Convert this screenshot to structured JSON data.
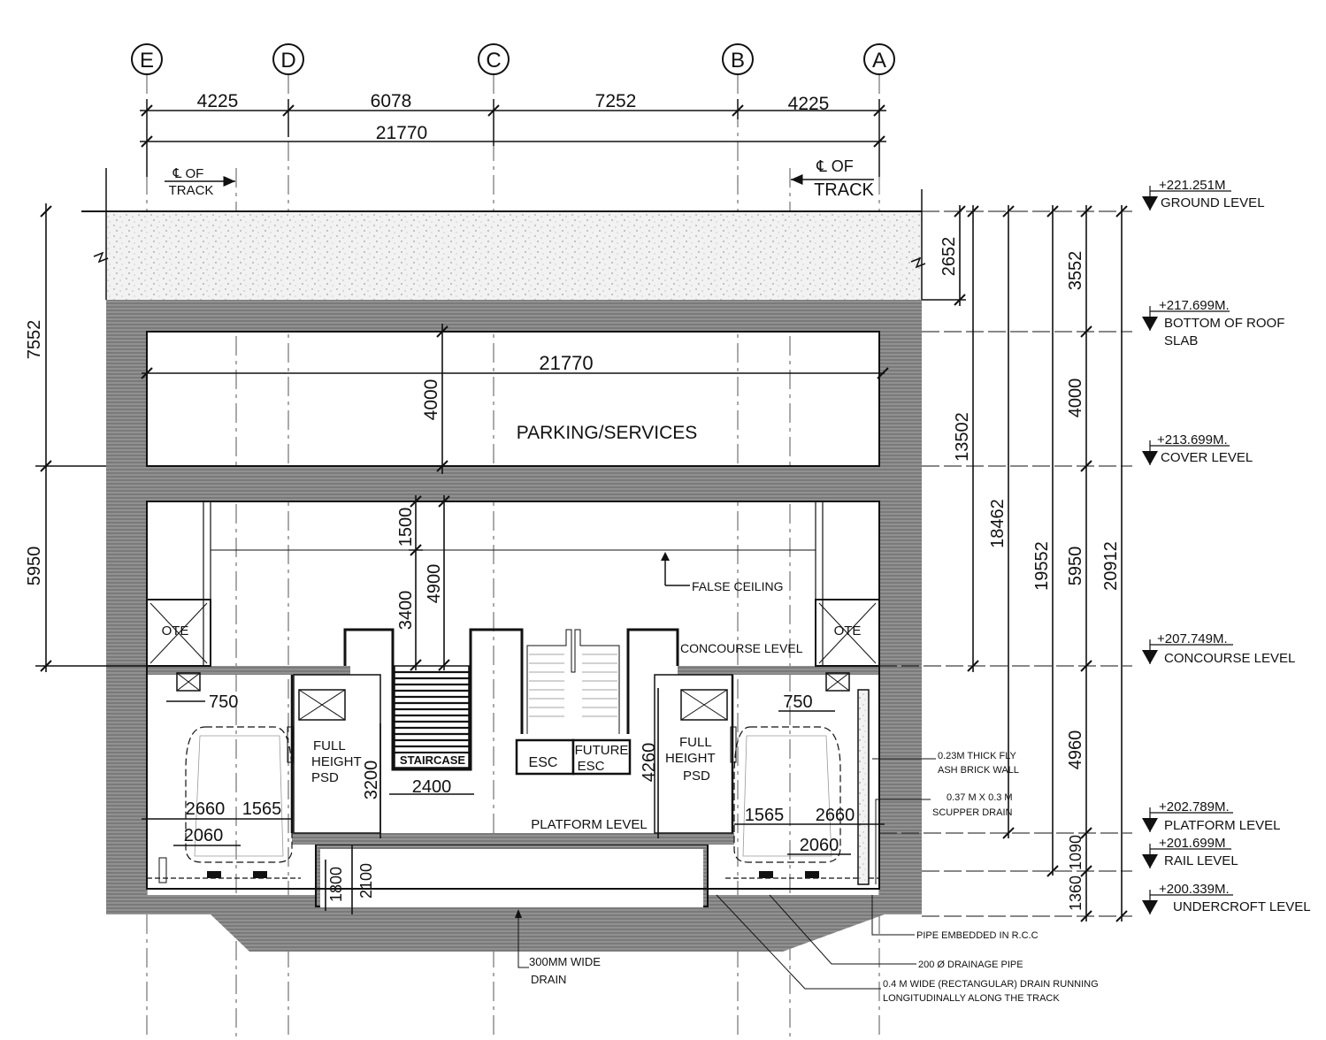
{
  "grid_axes": [
    "E",
    "D",
    "C",
    "B",
    "A"
  ],
  "top_dimensions": {
    "bays": [
      "4225",
      "6078",
      "7252",
      "4225"
    ],
    "overall": "21770"
  },
  "track_labels": {
    "left": {
      "line1": "℄ OF",
      "line2": "TRACK"
    },
    "right": {
      "line1": "℄ OF",
      "line2": "TRACK"
    }
  },
  "levels": [
    {
      "elevation": "+221.251M",
      "name": "GROUND LEVEL"
    },
    {
      "elevation": "+217.699M.",
      "name": "BOTTOM OF ROOF",
      "name2": "SLAB"
    },
    {
      "elevation": "+213.699M.",
      "name": "COVER LEVEL"
    },
    {
      "elevation": "+207.749M.",
      "name": "CONCOURSE LEVEL"
    },
    {
      "elevation": "+202.789M.",
      "name": "PLATFORM LEVEL"
    },
    {
      "elevation": "+201.699M",
      "name": "RAIL LEVEL"
    },
    {
      "elevation": "+200.339M.",
      "name": "UNDERCROFT LEVEL"
    }
  ],
  "left_dimensions": [
    "7552",
    "5950"
  ],
  "right_dimensions": {
    "c1": "2652",
    "c2": "13502",
    "c3": "18462",
    "c4": "19552",
    "c5": [
      "3552",
      "4000",
      "5950",
      "4960",
      "1090",
      "1360"
    ],
    "c6": "20912"
  },
  "rooms": {
    "parking": "PARKING/SERVICES",
    "roof_span": "21770",
    "roof_height": "4000"
  },
  "concourse_dims": [
    "1500",
    "4900",
    "3400"
  ],
  "labels": {
    "false_ceiling": "FALSE CEILING",
    "concourse_level": "CONCOURSE LEVEL",
    "ote": "OTE",
    "staircase": "STAIRCASE",
    "esc": "ESC",
    "future_esc_1": "FUTURE",
    "future_esc_2": "ESC",
    "full_height_psd": [
      "FULL",
      "HEIGHT",
      "PSD"
    ],
    "platform_level": "PLATFORM LEVEL"
  },
  "platform_dims": {
    "d750": "750",
    "d2660": "2660",
    "d1565": "1565",
    "d2060": "2060",
    "d3200": "3200",
    "d2400": "2400",
    "d4260": "4260",
    "d1800": "1800",
    "d2100": "2100"
  },
  "notes": {
    "fly_ash_1": "0.23M THICK FLY",
    "fly_ash_2": "ASH BRICK WALL",
    "scupper_1": "0.37 M X 0.3 M",
    "scupper_2": "SCUPPER DRAIN",
    "pipe_rcc": "PIPE EMBEDDED IN R.C.C",
    "drain_pipe": "200 Ø DRAINAGE PIPE",
    "rect_drain_1": "0.4 M WIDE (RECTANGULAR) DRAIN RUNNING",
    "rect_drain_2": "LONGITUDINALLY ALONG THE TRACK",
    "drain_300_1": "300MM WIDE",
    "drain_300_2": "DRAIN"
  }
}
